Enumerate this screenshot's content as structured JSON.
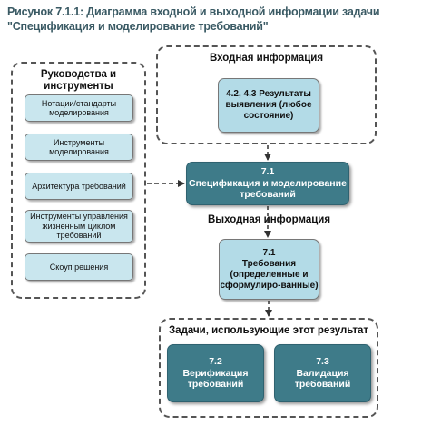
{
  "title": "Рисунок 7.1.1: Диаграмма входной и выходной информации задачи \"Спецификация и моделирование требований\"",
  "guidelines": {
    "label": "Руководства и инструменты",
    "items": [
      "Нотации/стандарты моделирования",
      "Инструменты моделирования",
      "Архитектура требований",
      "Инструменты управления жизненным циклом требований",
      "Скоуп решения"
    ]
  },
  "input": {
    "label": "Входная информация",
    "box": "4.2, 4.3 Результаты выявления (любое состояние)"
  },
  "task": {
    "number": "7.1",
    "name": "Спецификация и моделирование требований"
  },
  "output": {
    "label": "Выходная информация",
    "number": "7.1",
    "name": "Требования (определенные и сформулиро-ванные)"
  },
  "tasks_using": {
    "label": "Задачи, использующие этот результат",
    "items": [
      {
        "number": "7.2",
        "name": "Верификация требований"
      },
      {
        "number": "7.3",
        "name": "Валидация требований"
      }
    ]
  },
  "colors": {
    "dark_box": "#3e7b89",
    "light_box": "#c9e6ee",
    "title": "#3a5a64"
  }
}
